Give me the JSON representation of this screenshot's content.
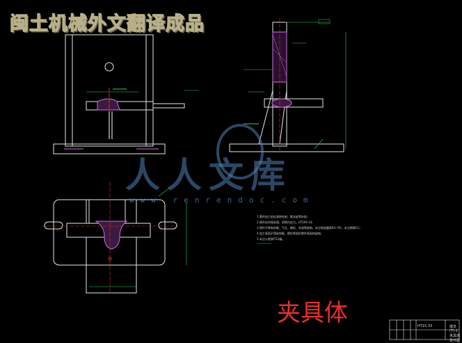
{
  "banner": {
    "title": "闽土机械外文翻译成品"
  },
  "drawing": {
    "part_label": "夹具体",
    "watermark": {
      "brand": "人人文库",
      "url": "www.renrendoc.com"
    },
    "notes": [
      "1.零件加工前应清除毛刺、氧化皮等杂质；",
      "2.铸件应时效处理，消除内应力，HT200-33;",
      "3.铸件不得有砂眼、气孔、缩松、夹渣等缺陷，未注铸造圆角R3~R5，未注倒角C1；",
      "4.加工表面不得有划痕、擦伤等损伤零件表面的缺陷；",
      "5.未注公差按IT12级。"
    ],
    "title_block": {
      "code": "HT15-33",
      "sheet": "拨叉(T)-1",
      "name": "夹具体零件图"
    }
  },
  "colors": {
    "background": "#000000",
    "outline": "#e8e8e8",
    "hatch": "#d070e0",
    "section": "#ffffff",
    "dimension": "#30d060",
    "centerline": "#e03030",
    "label": "#e8302a",
    "watermark": "#5082b4"
  }
}
